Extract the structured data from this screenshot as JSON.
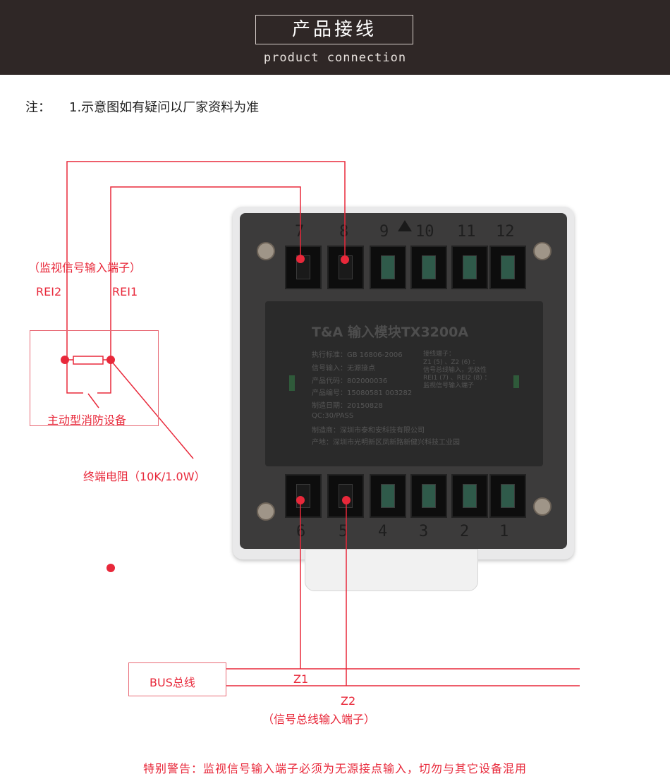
{
  "header": {
    "title": "产品接线",
    "subtitle": "product connection"
  },
  "note": {
    "prefix": "注：",
    "text": "1.示意图如有疑问以厂家资料为准"
  },
  "diagram": {
    "monitor_terminal_label": "（监视信号输入端子）",
    "rei2": "REI2",
    "rei1": "REI1",
    "device_label": "主动型消防设备",
    "resistor_label": "终端电阻（10K/1.0W）",
    "bus_label": "BUS总线",
    "z1": "Z1",
    "z2": "Z2",
    "bus_terminal_label": "（信号总线输入端子）",
    "accent_color": "#e8283a"
  },
  "module": {
    "top_numbers": [
      "7",
      "8",
      "9",
      "10",
      "11",
      "12"
    ],
    "bottom_numbers": [
      "6",
      "5",
      "4",
      "3",
      "2",
      "1"
    ],
    "brand": "T&A 输入模块TX3200A",
    "spec_lines": [
      "执行标准：GB 16806-2006",
      "信号输入：无源接点",
      "产品代码：802000036",
      "产品编号：15080581 003282",
      "制造日期：20150828",
      "QC:30/PASS",
      "制造商：深圳市泰和安科技有限公司",
      "产地：深圳市光明新区凤新路新健兴科技工业园"
    ],
    "terminal_lines": [
      "接线端子：",
      "Z1 (5) 、Z2 (6) ：",
      "信号总线输入，无极性",
      "REI1 (7) 、REI2 (8) ：",
      "监视信号输入端子"
    ]
  },
  "warning": "特别警告：监视信号输入端子必须为无源接点输入，切勿与其它设备混用"
}
